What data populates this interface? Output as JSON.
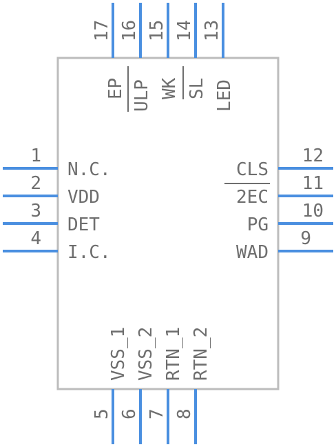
{
  "component": {
    "colors": {
      "pin": "#4a8fe0",
      "body_outline": "#bcbcbc",
      "text": "#6e6e6e"
    },
    "pins_left": [
      {
        "number": "1",
        "name": "N.C."
      },
      {
        "number": "2",
        "name": "VDD"
      },
      {
        "number": "3",
        "name": "DET"
      },
      {
        "number": "4",
        "name": "I.C."
      }
    ],
    "pins_right": [
      {
        "number": "12",
        "name": "CLS",
        "overbar": true
      },
      {
        "number": "11",
        "name": "2EC"
      },
      {
        "number": "10",
        "name": "PG"
      },
      {
        "number": "9",
        "name": "WAD"
      }
    ],
    "pins_top": [
      {
        "number": "17",
        "name": "EP"
      },
      {
        "number": "16",
        "name": "ULP",
        "overbar": true
      },
      {
        "number": "15",
        "name": "WK"
      },
      {
        "number": "14",
        "name": "SL",
        "overbar": true
      },
      {
        "number": "13",
        "name": "LED"
      }
    ],
    "pins_bottom": [
      {
        "number": "5",
        "name": "VSS_1"
      },
      {
        "number": "6",
        "name": "VSS_2"
      },
      {
        "number": "7",
        "name": "RTN_1"
      },
      {
        "number": "8",
        "name": "RTN_2"
      }
    ]
  }
}
